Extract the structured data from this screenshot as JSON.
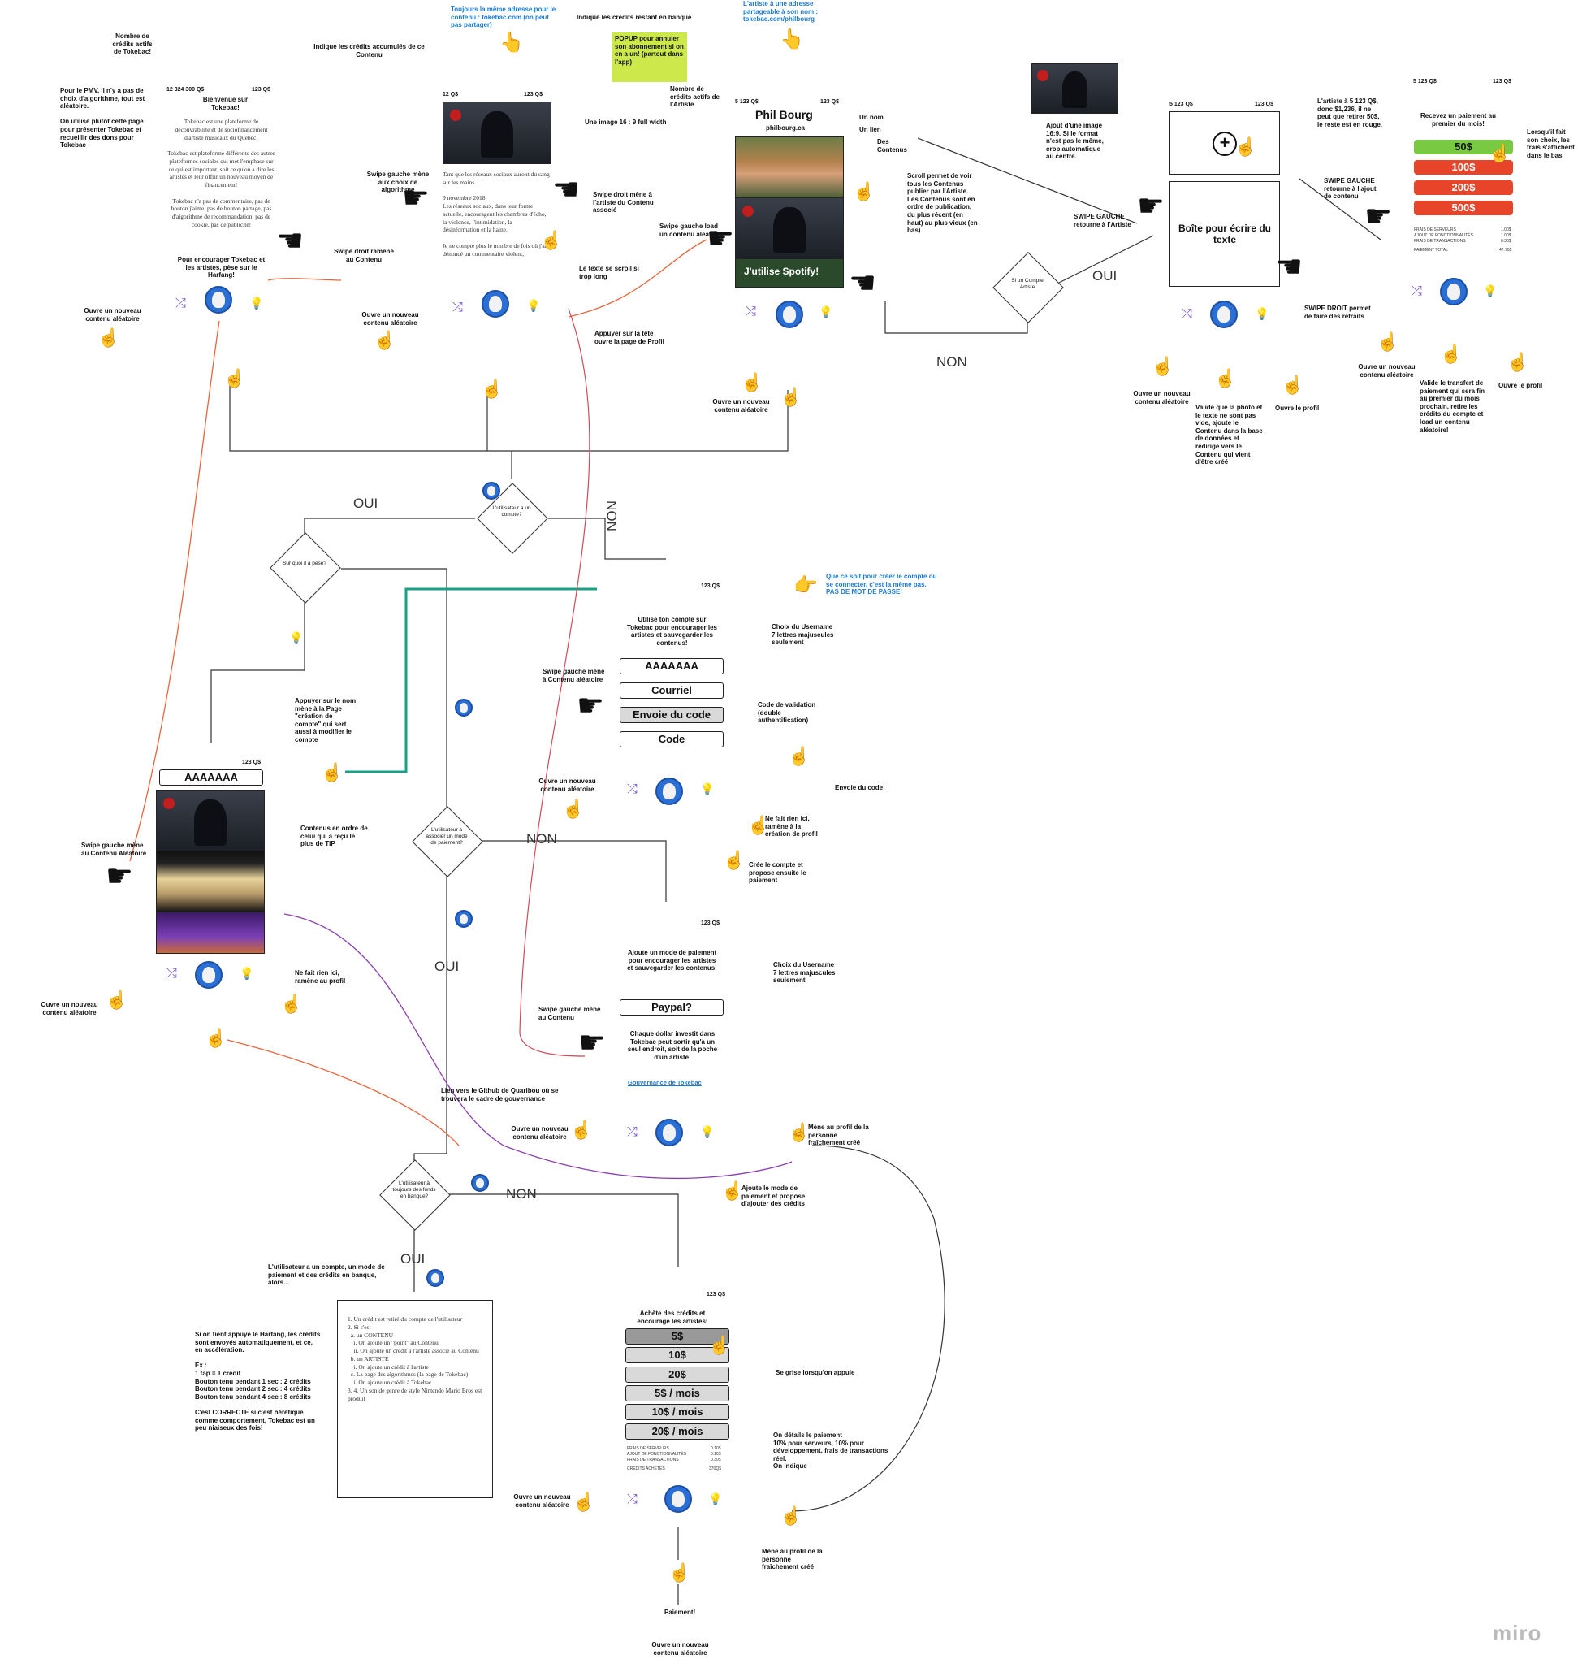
{
  "top_left": {
    "nombre_credits": "Nombre de crédits actifs de Tokebac!",
    "pmv_note": "Pour le PMV, il n'y a pas de choix d'algorithme, tout est aléatoire.\n\nOn utilise plutôt cette page pour présenter Tokebac et recueillir des dons pour Tokebac",
    "big_credits": "12 324 300 Q$",
    "credits": "123 Q$",
    "welcome": "Bienvenue sur Tokebac!",
    "intro_text": "Tokebac est une plateforme de découvrabilité et de sociofinancement d'artiste musicaux du Québec!\n\nTokebac est plateforme différente des autres plateformes sociales qui met l'emphase sur ce qui est important, soit ce qu'on a dire les artistes et leur offrir un nouveau moyen de financement!\n\nTokebac n'a pas de commentaire, pas de bouton j'aime, pas de bouton partage, pas d'algorithme de recommandation, pas de cookie, pas de publicité!",
    "encourage": "Pour encourager Tokebac et les artistes, pèse sur le Harfang!",
    "ouvre": "Ouvre un nouveau contenu aléatoire",
    "swipe_droit": "Swipe droit ramène au Contenu"
  },
  "content_screen": {
    "indique": "Indique les crédits accumulés de ce Contenu",
    "credits_left": "12 Q$",
    "credits_right": "123 Q$",
    "indique_banque": "Indique les crédits restant en banque",
    "toujours": "Toujours la même adresse pour le contenu : tokebac.com (on peut pas partager)",
    "popup": "POPUP pour annuler son abonnement si on en a un! (partout dans l'app)",
    "image_note": "Une image 16 : 9 full width",
    "swipe_gauche": "Swipe gauche mène aux choix de algorithme",
    "article": "Tant que les réseaux sociaux auront du sang sur les mains...\n\n9 novembre 2018\nLes réseaux sociaux, dans leur forme actuelle, encouragent les chambres d'écho, la violence, l'intimidation, la désinformation et la haine.\n\nJe ne compte plus le nombre de fois où j'ai dénoncé un commentaire violent,",
    "swipe_droit_artiste": "Swipe droit mène à l'artiste du Contenu associé",
    "scroll_note": "Le texte se scroll si trop long",
    "ouvre": "Ouvre un nouveau contenu aléatoire",
    "appuyer_tete": "Appuyer sur la tête ouvre la page de Profil"
  },
  "artist_profile": {
    "adresse": "L'artiste à une adresse partageable à son nom : tokebac.com/philbourg",
    "nombre": "Nombre de crédits actifs de l'Artiste",
    "credits_left": "5 123 Q$",
    "credits_right": "123 Q$",
    "name": "Phil Bourg",
    "site": "philbourg.ca",
    "un_nom": "Un nom",
    "un_lien": "Un lien",
    "des_contenus": "Des Contenus",
    "scroll_note": "Scroll permet de voir tous les Contenus publier par l'Artiste.\n\nLes Contenus sont en ordre de publication, du plus récent (en haut) au plus vieux (en bas)",
    "swipe_gauche_load": "Swipe gauche load un contenu aléatoire",
    "spotify": "J'utilise Spotify!",
    "ouvre": "Ouvre un nouveau contenu aléatoire",
    "decision": "Si un Compte Artiste",
    "oui": "OUI",
    "non": "NON"
  },
  "create_content": {
    "ajout_image": "Ajout d'une image 16:9. Si le format n'est pas le même, crop automatique au centre.",
    "credits_left": "5 123 Q$",
    "credits_right": "123 Q$",
    "text_box": "Boîte pour écrire du texte",
    "swipe_gauche": "SWIPE GAUCHE retourne à l'Artiste",
    "swipe_droit": "SWIPE DROIT permet de faire des retraits",
    "ouvre": "Ouvre un nouveau contenu aléatoire",
    "valide": "Valide que la photo et le texte ne sont pas vide, ajoute le Contenu dans la base de données et redirige vers le Contenu qui vient d'être créé",
    "ouvre_profil": "Ouvre le profil"
  },
  "withdraw": {
    "credits_left": "5 123 Q$",
    "credits_right": "123 Q$",
    "artiste_note": "L'artiste à 5 123 Q$, donc $1,236, il ne peut que retirer 50$, le reste est en rouge.",
    "recevez": "Recevez un paiement au premier du mois!",
    "options": [
      "50$",
      "100$",
      "200$",
      "500$"
    ],
    "lorsque": "Lorsqu'il fait son choix, les frais s'affichent dans le bas",
    "swipe_gauche": "SWIPE GAUCHE retourne à l'ajout de contenu",
    "fees": [
      {
        "label": "FRAIS DE SERVEURS",
        "value": "1.00$"
      },
      {
        "label": "AJOUT DE FONCTIONNALITÉS",
        "value": "1.00$"
      },
      {
        "label": "FRAIS DE TRANSACTIONS",
        "value": "0.30$"
      },
      {
        "label": "PAIEMENT TOTAL",
        "value": "47.70$"
      }
    ],
    "ouvre": "Ouvre un nouveau contenu aléatoire",
    "valide": "Valide le transfert de paiement qui sera fin au premier du mois prochain, retire les crédits du compte et load un contenu aléatoire!",
    "ouvre_profil": "Ouvre le profil"
  },
  "main_decision": {
    "question": "L'utilisateur a un compte?",
    "oui": "OUI",
    "non": "NON",
    "sur_quoi": "Sur quoi il a pesé?"
  },
  "create_account": {
    "credits": "123 Q$",
    "blue_note": "Que ce soit pour créer le compte ou se connecter, c'est la même pas. PAS DE MOT DE PASSE!",
    "intro": "Utilise ton compte sur Tokebac pour encourager les artistes et sauvegarder les contenus!",
    "fields": [
      "AAAAAAA",
      "Courriel",
      "Envoie du code",
      "Code"
    ],
    "choix_username": "Choix du Username\n7 lettres majuscules seulement",
    "code_validation": "Code de validation (double authentification)",
    "envoie": "Envoie du code!",
    "swipe_gauche": "Swipe gauche mène à Contenu aléatoire",
    "ouvre": "Ouvre un nouveau contenu aléatoire",
    "ne_fait_rien": "Ne fait rien ici, ramène à la création de profil",
    "cree": "Crée le compte et propose ensuite le paiement"
  },
  "user_profile": {
    "appuyer": "Appuyer sur le nom mène à la Page \"création de compte\" qui sert aussi à modifier le compte",
    "credits": "123 Q$",
    "username": "AAAAAAA",
    "contenus": "Contenus en ordre de celui qui a reçu le plus de TIP",
    "swipe_gauche": "Swipe gauche mène au Contenu Aléatoire",
    "ouvre": "Ouvre un nouveau contenu aléatoire",
    "ne_fait_rien": "Ne fait rien ici, ramène au profil"
  },
  "payment_decision": {
    "question": "L'utilisateur à associer un mode de paiement?",
    "non": "NON",
    "oui": "OUI"
  },
  "add_payment": {
    "credits": "123 Q$",
    "intro": "Ajoute un mode de paiement pour encourager les artistes et sauvegarder les contenus!",
    "button": "Paypal?",
    "choix_username": "Choix du Username\n7 lettres majuscules seulement",
    "swipe_gauche": "Swipe gauche mène au Contenu",
    "chaque": "Chaque dollar investit dans Tokebac peut sortir qu'à un seul endroit, soit de la poche d'un artiste!",
    "lien_note": "Lien vers le Github de Quaribou où se trouvera le cadre de gouvernance",
    "lien": "Gouvernance de Tokebac",
    "ouvre": "Ouvre un nouveau contenu aléatoire",
    "mene": "Mène au profil de la personne fraîchement créé",
    "ajoute": "Ajoute le mode de paiement et propose d'ajouter des crédits"
  },
  "funds_decision": {
    "question": "L'utilisateur à toujours des fonds en banque?",
    "non": "NON",
    "oui": "OUI",
    "alors": "L'utilisateur a un compte, un mode de paiement et des crédits en banque, alors..."
  },
  "rules_doc": {
    "text": "1. Un crédit est retiré du compte de l'utilisateur\n2. Si c'est\n  a. un CONTENU\n    i. On ajoute un \"point\" au Contenu\n    ii. On ajoute un crédit à l'artiste associé au Contenu\n  b. un ARTISTE\n    i. On ajoute un crédit à l'artiste\n  c. La page des algorithmes (la page de Tokebac)\n    i. On ajoute un crédit à Tokebac\n3. 4. Un son de genre de style Nintendo Mario Bros est produit",
    "harfang": "Si on tient appuyé le Harfang, les crédits sont envoyés automatiquement, et ce, en accélération.\n\nEx :\n1 tap = 1 crédit\nBouton tenu pendant 1 sec : 2 crédits\nBouton tenu pendant 2 sec : 4 crédits\nBouton tenu pendant 4 sec : 8 crédits\n\nC'est CORRECTE si c'est hérétique comme comportement, Tokebac est un peu niaiseux des fois!"
  },
  "buy_credits": {
    "credits": "123 Q$",
    "intro": "Achète des crédits et encourage les artistes!",
    "options": [
      "5$",
      "10$",
      "20$",
      "5$ / mois",
      "10$ / mois",
      "20$ / mois"
    ],
    "grise": "Se grise lorsqu'on appuie",
    "details": "On détails le paiement\n10% pour serveurs, 10% pour développement, frais de transactions réel.\nOn indique",
    "fees": [
      {
        "label": "FRAIS DE SERVEURS",
        "value": "0.10$"
      },
      {
        "label": "AJOUT DE FONCTIONNALITÉS",
        "value": "0.10$"
      },
      {
        "label": "FRAIS DE TRANSACTIONS",
        "value": "0.30$"
      },
      {
        "label": "CRÉDITS ACHETÉS",
        "value": "370Q$"
      }
    ],
    "ouvre": "Ouvre un nouveau contenu aléatoire",
    "mene": "Mène au profil de la personne fraîchement créé",
    "paiement": "Paiement!",
    "ouvre2": "Ouvre un nouveau contenu aléatoire"
  },
  "brand": "miro"
}
